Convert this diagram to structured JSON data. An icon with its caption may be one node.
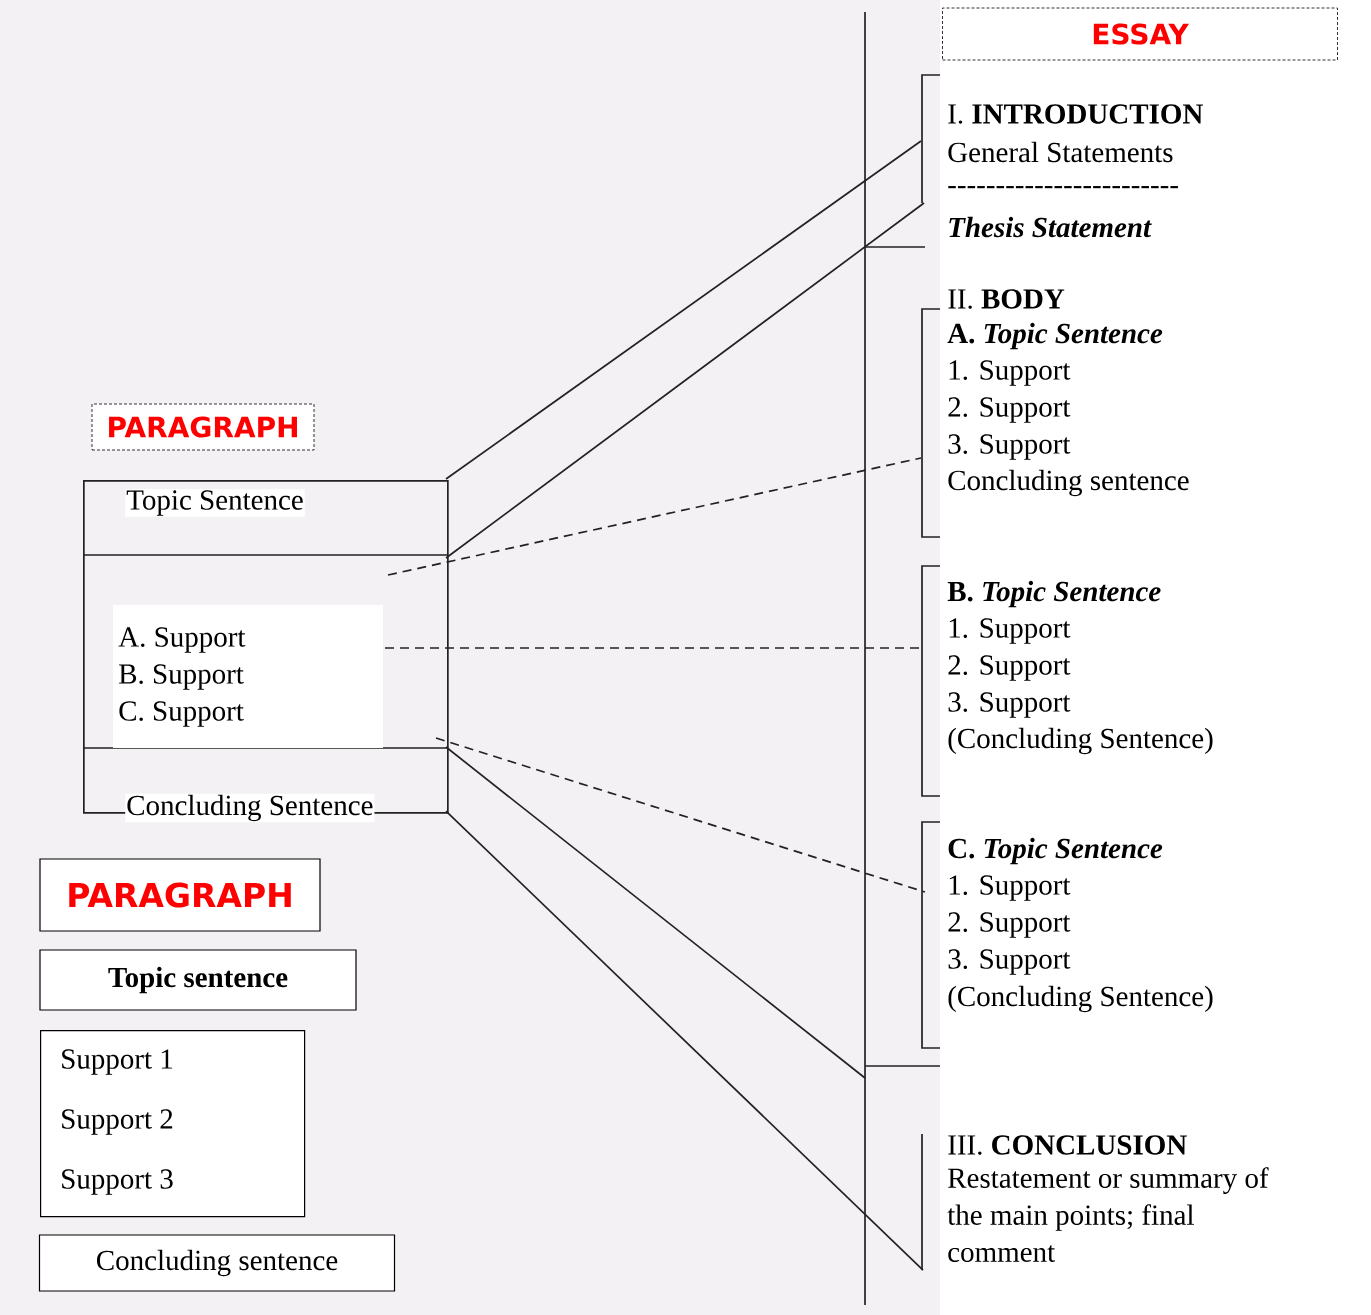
{
  "diagram": {
    "nodes": [
      {
        "text": [
          "ESSAY"
        ]
      },
      {
        "text": [
          "PARAGRAPH"
        ]
      },
      {
        "text": [
          "Topic Sentence",
          "A. Support",
          "B. Support",
          "C. Support",
          "Concluding Sentence"
        ]
      },
      {
        "text": [
          "PARAGRAPH"
        ]
      },
      {
        "text": [
          "Topic sentence"
        ]
      },
      {
        "text": [
          "Support 1",
          "Support 2",
          "Support 3"
        ]
      },
      {
        "text": [
          "Concluding sentence"
        ]
      }
    ],
    "labels": [
      "I. **INTRODUCTION**",
      "General Statements",
      "------------------------",
      "Thesis Statement",
      "II. **BODY**",
      "A. *Topic Sentence*",
      "1. Support",
      "2. Support",
      "3. Support",
      "Concluding sentence",
      "B. *Topic Sentence*",
      "1. Support",
      "2. Support",
      "3. Support",
      "(Concluding Sentence)",
      "C. *Topic Sentence*",
      "1. Support",
      "2. Support",
      "3. Support",
      "(Concluding Sentence)",
      "III. **CONCLUSION**",
      "Restatement or summary of the main points; final comment"
    ]
  }
}
